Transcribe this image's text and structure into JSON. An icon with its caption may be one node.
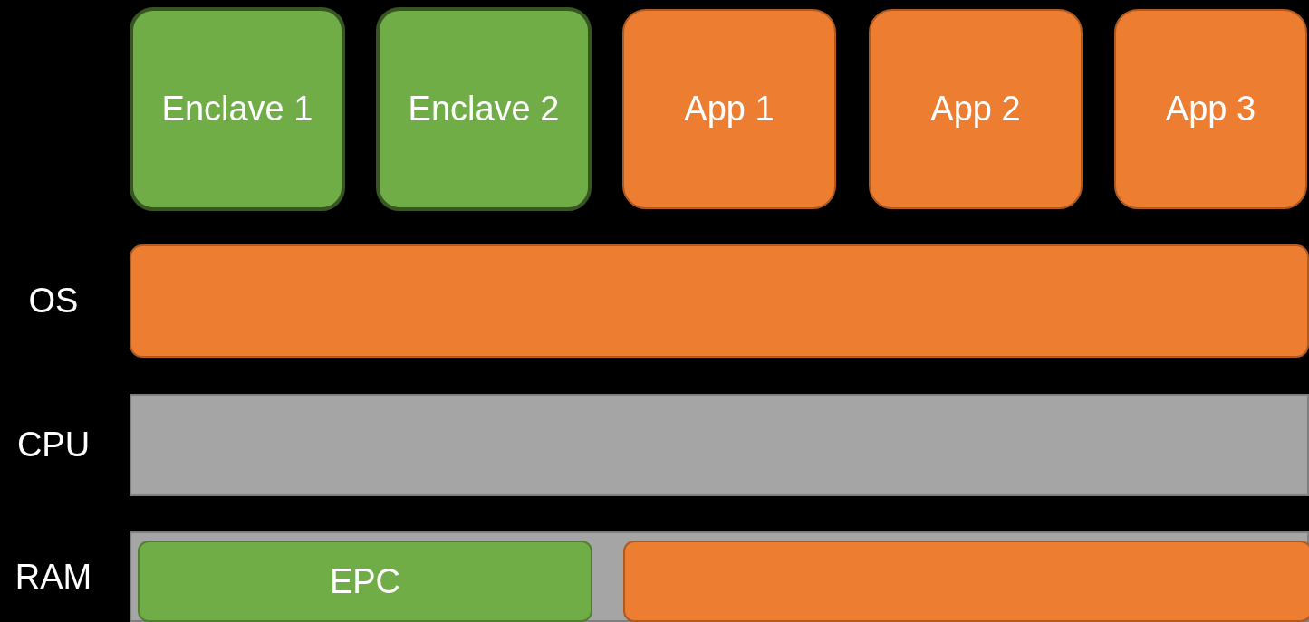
{
  "diagram": {
    "nodes": [
      {
        "text": [
          "Enclave 1"
        ]
      },
      {
        "text": [
          "Enclave 2"
        ]
      },
      {
        "text": [
          "App 1"
        ]
      },
      {
        "text": [
          "App 2"
        ]
      },
      {
        "text": [
          "App 3"
        ]
      },
      {
        "text": [
          "OS"
        ]
      },
      {
        "text": [
          "CPU"
        ]
      },
      {
        "text": [
          "RAM"
        ]
      },
      {
        "text": [
          "EPC"
        ],
        "in": 7
      },
      {
        "text": [],
        "shape": "bar",
        "in": 7
      }
    ]
  }
}
